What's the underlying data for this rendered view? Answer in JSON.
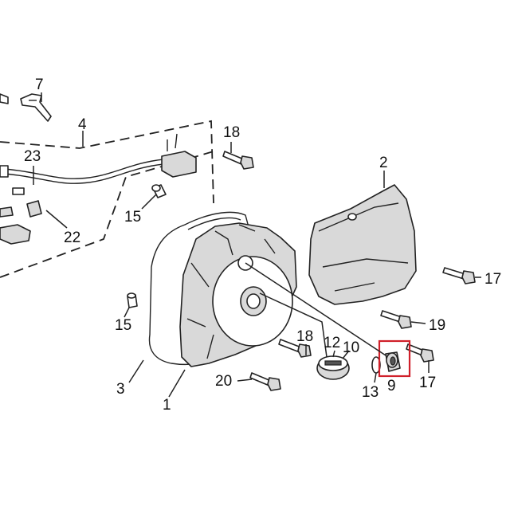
{
  "callouts": {
    "c1": "1",
    "c2": "2",
    "c3": "3",
    "c4": "4",
    "c7": "7",
    "c9": "9",
    "c10": "10",
    "c12": "12",
    "c13": "13",
    "c15a": "15",
    "c15b": "15",
    "c17a": "17",
    "c17b": "17",
    "c18a": "18",
    "c18b": "18",
    "c19": "19",
    "c20": "20",
    "c22": "22",
    "c23": "23"
  },
  "highlight_color": "#d0202a"
}
